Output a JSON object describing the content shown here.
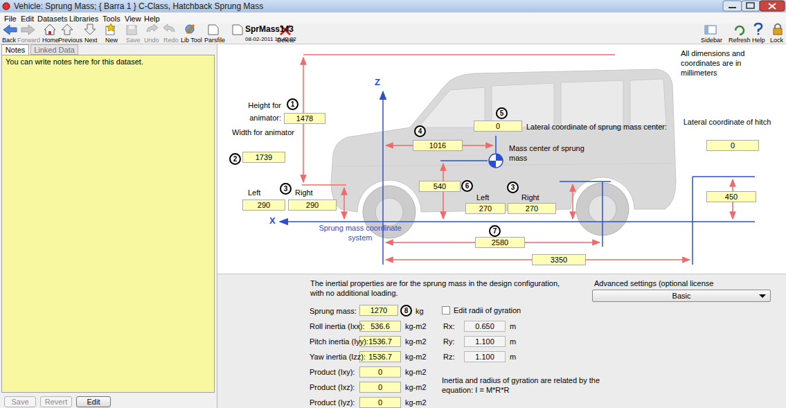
{
  "diagram": {
    "title": "Vehicle: Sprung Mass;  { Barra 1 }  C-Class, Hatchback Sprung Mass",
    "nodes": [
      {
        "text": [
          "Notes"
        ]
      },
      {
        "text": [
          "Linked Data"
        ]
      },
      {
        "text": [
          "You can write notes here for this dataset."
        ]
      },
      {
        "text": [
          "Save"
        ]
      },
      {
        "text": [
          "Revert"
        ]
      },
      {
        "text": [
          "Edit"
        ]
      },
      {
        "text": [
          "1"
        ]
      },
      {
        "text": [
          "1478"
        ]
      },
      {
        "text": [
          "2"
        ]
      },
      {
        "text": [
          "1739"
        ]
      },
      {
        "text": [
          "3"
        ]
      },
      {
        "text": [
          "290"
        ]
      },
      {
        "text": [
          "290"
        ]
      },
      {
        "text": [
          "4"
        ]
      },
      {
        "text": [
          "1016"
        ]
      },
      {
        "text": [
          "5"
        ]
      },
      {
        "text": [
          "0"
        ]
      },
      {
        "text": [
          "0"
        ]
      },
      {
        "text": [
          "540"
        ]
      },
      {
        "text": [
          "6"
        ]
      },
      {
        "text": [
          "3"
        ]
      },
      {
        "text": [
          "270"
        ]
      },
      {
        "text": [
          "270"
        ]
      },
      {
        "text": [
          "450"
        ]
      },
      {
        "text": [
          "7"
        ]
      },
      {
        "text": [
          "2580"
        ]
      },
      {
        "text": [
          "3350"
        ]
      },
      {
        "text": [
          "1270"
        ]
      },
      {
        "text": [
          "8"
        ]
      },
      {
        "text": [
          "536.6"
        ]
      },
      {
        "text": [
          "1536.7"
        ]
      },
      {
        "text": [
          "1536.7"
        ]
      },
      {
        "text": [
          "0"
        ]
      },
      {
        "text": [
          "0"
        ]
      },
      {
        "text": [
          "0"
        ]
      },
      {
        "text": [
          "0.650"
        ]
      },
      {
        "text": [
          "1.100"
        ]
      },
      {
        "text": [
          "1.100"
        ]
      },
      {
        "text": [
          "Basic"
        ]
      }
    ],
    "labels": [
      "File",
      "Edit",
      "Datasets",
      "Libraries",
      "Tools",
      "View",
      "Help",
      "Back",
      "Forward",
      "Home",
      "Previous",
      "Next",
      "New",
      "Save",
      "Undo",
      "Redo",
      "Lib Tool",
      "Parsfile",
      "SprMass143",
      "08-02-2011 16:42:22",
      "Delete",
      "Sidebar",
      "Refresh",
      "Help",
      "Lock",
      "All dimensions and coordinates are in millimeters",
      "Height for animator:",
      "Width for animator",
      "Left",
      "Right",
      "Lateral coordinate of sprung mass center:",
      "Mass center of sprung mass",
      "Left",
      "Right",
      "Lateral coordinate of hitch",
      "Z",
      "X",
      "Sprung mass coordinate system",
      "The inertial properties are for the sprung mass in the design configuration, with no additional loading.",
      "Sprung mass:",
      "kg",
      "Edit radii of gyration",
      "Roll inertia (Ixx):",
      "kg-m2",
      "Pitch inertia (Iyy):",
      "kg-m2",
      "Yaw inertia (Izz):",
      "kg-m2",
      "Product (Ixy):",
      "kg-m2",
      "Product (Ixz):",
      "kg-m2",
      "Product (Iyz):",
      "kg-m2",
      "Rx:",
      "m",
      "Ry:",
      "m",
      "Rz:",
      "m",
      "Inertia and radius of gyration are related by the equation: I = M*R*R",
      "Advanced settings (optional license"
    ]
  }
}
